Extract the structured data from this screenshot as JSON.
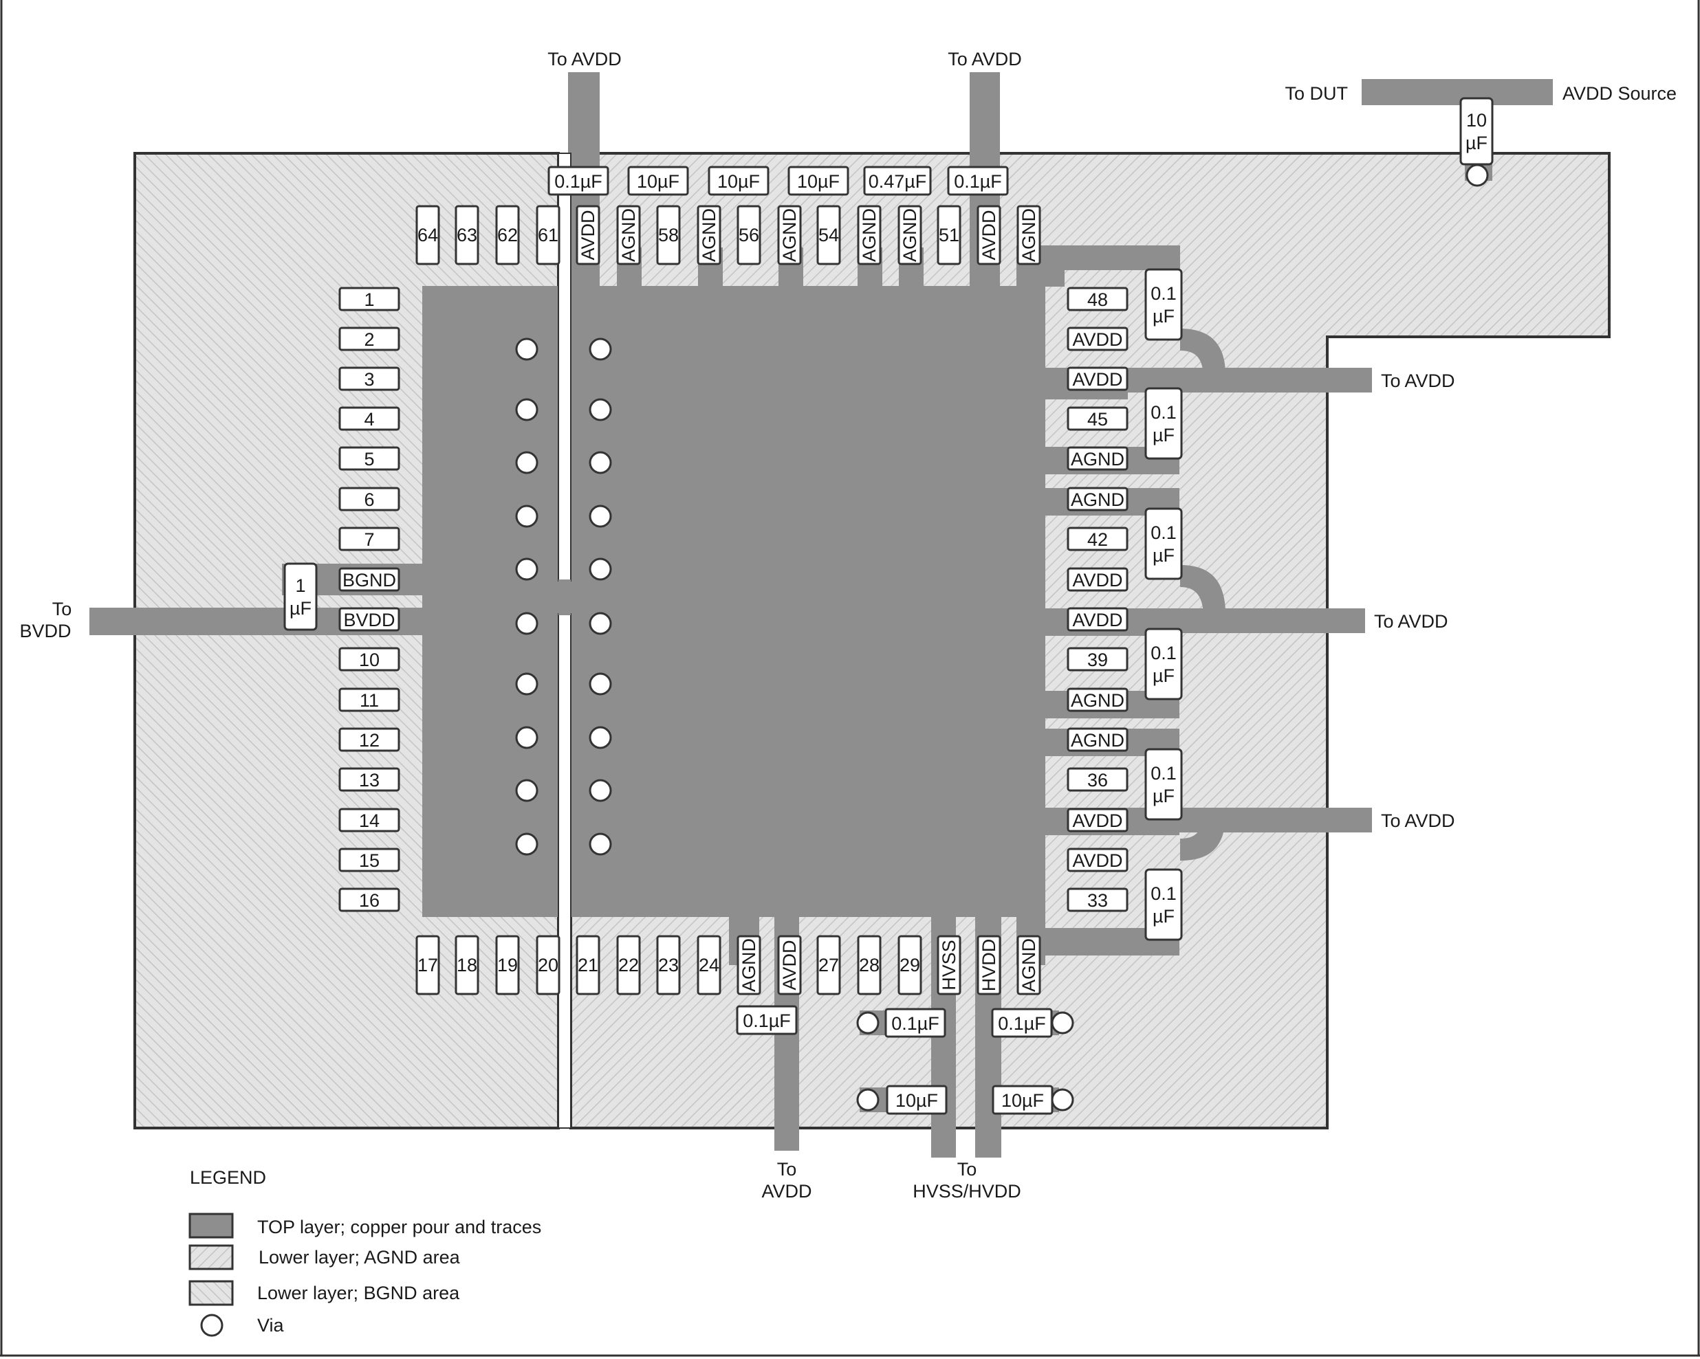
{
  "colors": {
    "copper": "#8e8e8e",
    "agnd_fill": "#e4e4e4",
    "bgnd_fill": "#e4e4e4",
    "hatch": "#c4c4c4",
    "outline": "#333333",
    "via": "#ffffff"
  },
  "pins": {
    "top": [
      "64",
      "63",
      "62",
      "61",
      "AVDD",
      "AGND",
      "58",
      "AGND",
      "56",
      "AGND",
      "54",
      "AGND",
      "AGND",
      "51",
      "AVDD",
      "AGND"
    ],
    "left": [
      "1",
      "2",
      "3",
      "4",
      "5",
      "6",
      "7",
      "BGND",
      "BVDD",
      "10",
      "11",
      "12",
      "13",
      "14",
      "15",
      "16"
    ],
    "bottom": [
      "17",
      "18",
      "19",
      "20",
      "21",
      "22",
      "23",
      "24",
      "AGND",
      "AVDD",
      "27",
      "28",
      "29",
      "HVSS",
      "HVDD",
      "AGND"
    ],
    "right": [
      "48",
      "AVDD",
      "AVDD",
      "45",
      "AGND",
      "AGND",
      "42",
      "AVDD",
      "AVDD",
      "39",
      "AGND",
      "AGND",
      "36",
      "AVDD",
      "AVDD",
      "33"
    ]
  },
  "capacitors": {
    "top": [
      "0.1µF",
      "10µF",
      "10µF",
      "10µF",
      "0.47µF",
      "0.1µF"
    ],
    "source": [
      "10",
      "µF"
    ],
    "bvdd": [
      "1",
      "µF"
    ],
    "right": [
      [
        "0.1",
        "µF"
      ],
      [
        "0.1",
        "µF"
      ],
      [
        "0.1",
        "µF"
      ],
      [
        "0.1",
        "µF"
      ],
      [
        "0.1",
        "µF"
      ],
      [
        "0.1",
        "µF"
      ]
    ],
    "bottom": [
      "0.1µF",
      "0.1µF",
      "0.1µF",
      "10µF",
      "10µF"
    ]
  },
  "labels": {
    "to_avdd_top_left": "To AVDD",
    "to_avdd_top_right": "To AVDD",
    "to_dut": "To DUT",
    "avdd_source": "AVDD Source",
    "to_avdd_right_1": "To AVDD",
    "to_avdd_right_2": "To AVDD",
    "to_avdd_right_3": "To AVDD",
    "to_bvdd": [
      "To",
      "BVDD"
    ],
    "to_avdd_bottom": [
      "To",
      "AVDD"
    ],
    "to_hvss_hvdd": [
      "To",
      "HVSS/HVDD"
    ]
  },
  "legend": {
    "title": "LEGEND",
    "items": [
      {
        "pattern": "solid",
        "text": "TOP layer; copper pour and traces"
      },
      {
        "pattern": "agnd",
        "text": "Lower layer; AGND area"
      },
      {
        "pattern": "bgnd",
        "text": "Lower layer; BGND area"
      },
      {
        "pattern": "via",
        "text": "Via"
      }
    ]
  }
}
